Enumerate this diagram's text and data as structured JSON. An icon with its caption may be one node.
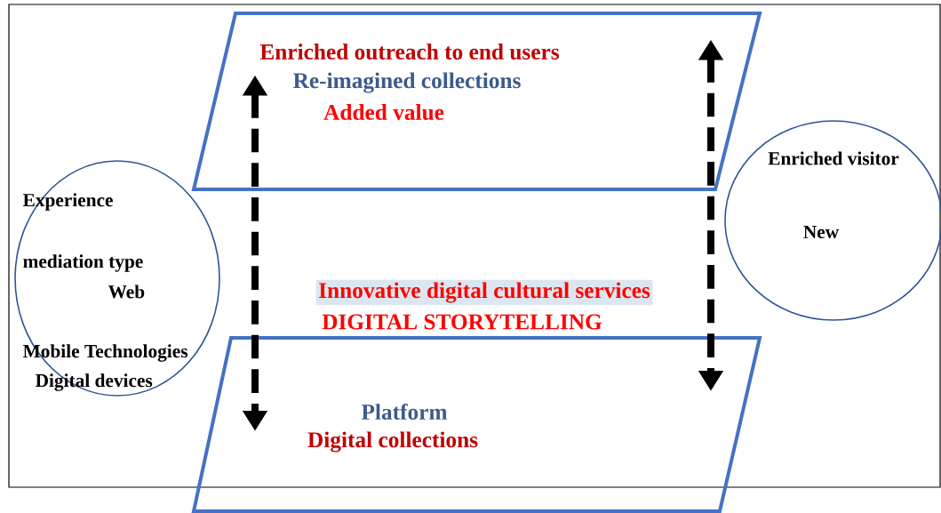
{
  "diagram": {
    "nodes": [
      {
        "text": [
          "Enriched outreach to end users",
          "Re-imagined collections",
          "Added value"
        ]
      },
      {
        "text": [
          "Platform",
          "Digital collections"
        ]
      },
      {
        "text": [
          "Experience",
          "mediation type",
          "Web",
          "Mobile Technologies",
          "Digital devices"
        ]
      },
      {
        "text": [
          "Enriched visitor",
          "New"
        ]
      }
    ],
    "edges": [
      {
        "from": 0,
        "to": 1,
        "arrow": "both",
        "style": "dashed"
      },
      {
        "from": 0,
        "to": 1,
        "arrow": "both",
        "style": "dashed"
      }
    ],
    "labels": [
      "Innovative digital cultural services",
      "DIGITAL STORYTELLING"
    ]
  }
}
